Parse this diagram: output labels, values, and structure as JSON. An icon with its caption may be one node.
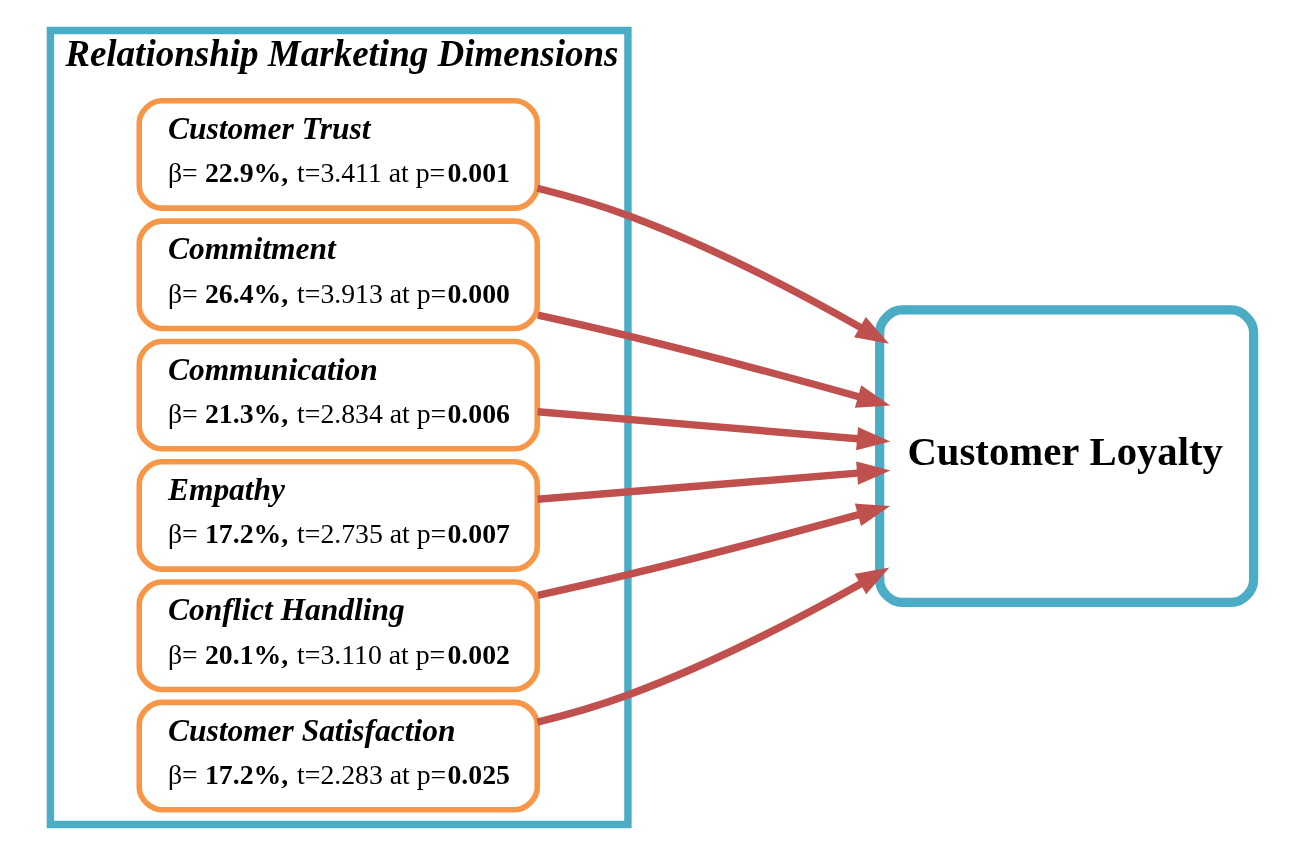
{
  "diagram": {
    "nodes": [
      {
        "text": [
          "Relationship Marketing Dimensions"
        ]
      },
      {
        "text": [
          "Customer Trust",
          "β= **22.9%,** t=3.411 at p=**0.001**"
        ],
        "in": 0
      },
      {
        "text": [
          "Commitment",
          "β= **26.4%,** t=3.913 at p=**0.000**"
        ],
        "in": 0
      },
      {
        "text": [
          "Communication",
          "β= **21.3%,** t=2.834 at p=**0.006**"
        ],
        "in": 0
      },
      {
        "text": [
          "Empathy",
          "β= **17.2%,** t=2.735 at p=**0.007**"
        ],
        "in": 0
      },
      {
        "text": [
          "Conflict Handling",
          "β= **20.1%,** t=3.110 at p=**0.002**"
        ],
        "in": 0
      },
      {
        "text": [
          "Customer Satisfaction",
          "β= **17.2%,** t=2.283 at p=**0.025**"
        ],
        "in": 0
      },
      {
        "text": [
          "Customer Loyalty"
        ]
      }
    ],
    "edges": [
      {
        "from": 1,
        "to": 7,
        "arrow": "to"
      },
      {
        "from": 2,
        "to": 7,
        "arrow": "to"
      },
      {
        "from": 3,
        "to": 7,
        "arrow": "to"
      },
      {
        "from": 4,
        "to": 7,
        "arrow": "to"
      },
      {
        "from": 5,
        "to": 7,
        "arrow": "to"
      },
      {
        "from": 6,
        "to": 7,
        "arrow": "to"
      }
    ]
  }
}
